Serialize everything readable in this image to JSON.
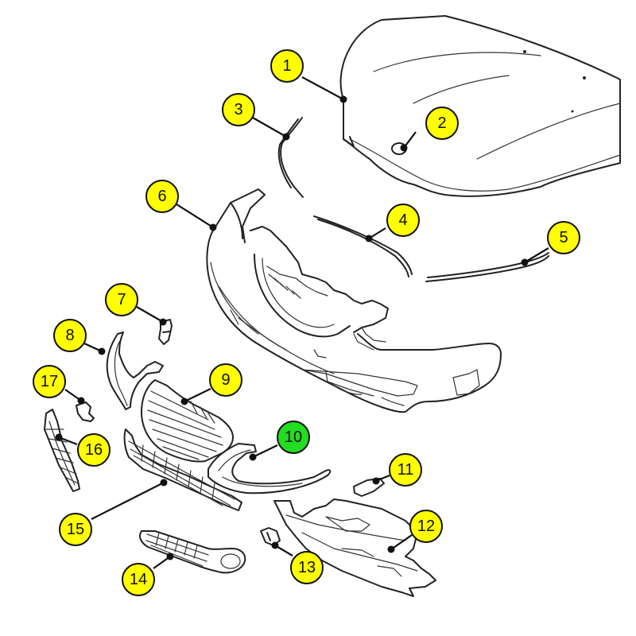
{
  "colors": {
    "callout_default": "#ffff00",
    "callout_highlight": "#22dd22",
    "line": "#111111",
    "background": "#ffffff"
  },
  "callouts": [
    {
      "label": "1",
      "name": "hood",
      "highlighted": false
    },
    {
      "label": "2",
      "name": "hood-badge",
      "highlighted": false
    },
    {
      "label": "3",
      "name": "hood-side-seal",
      "highlighted": false
    },
    {
      "label": "4",
      "name": "upper-seal-strip",
      "highlighted": false
    },
    {
      "label": "5",
      "name": "right-seal-strip",
      "highlighted": false
    },
    {
      "label": "6",
      "name": "front-bumper",
      "highlighted": false
    },
    {
      "label": "7",
      "name": "clip",
      "highlighted": false
    },
    {
      "label": "8",
      "name": "headlight-trim-left",
      "highlighted": false
    },
    {
      "label": "9",
      "name": "radiator-grille",
      "highlighted": false
    },
    {
      "label": "10",
      "name": "headlight-trim-right",
      "highlighted": true
    },
    {
      "label": "11",
      "name": "fog-lamp-cover",
      "highlighted": false
    },
    {
      "label": "12",
      "name": "under-engine-shield",
      "highlighted": false
    },
    {
      "label": "13",
      "name": "fastener",
      "highlighted": false
    },
    {
      "label": "14",
      "name": "fog-lamp-grille",
      "highlighted": false
    },
    {
      "label": "15",
      "name": "lower-grille",
      "highlighted": false
    },
    {
      "label": "16",
      "name": "side-grille",
      "highlighted": false
    },
    {
      "label": "17",
      "name": "bracket",
      "highlighted": false
    }
  ]
}
